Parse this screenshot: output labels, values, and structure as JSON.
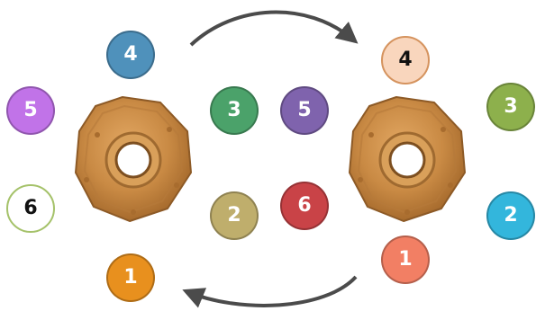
{
  "left_group": {
    "markers": [
      {
        "label": "1",
        "color": "#e8901e"
      },
      {
        "label": "2",
        "color": "#bfae6c"
      },
      {
        "label": "3",
        "color": "#4ba26a"
      },
      {
        "label": "4",
        "color": "#4f91bb"
      },
      {
        "label": "5",
        "color": "#c173e8"
      },
      {
        "label": "6",
        "color": "#ffffff"
      }
    ]
  },
  "right_group": {
    "markers": [
      {
        "label": "1",
        "color": "#f27f64"
      },
      {
        "label": "2",
        "color": "#33b6dc"
      },
      {
        "label": "3",
        "color": "#8db04c"
      },
      {
        "label": "4",
        "color": "#f9d6bd"
      },
      {
        "label": "5",
        "color": "#7f63ad"
      },
      {
        "label": "6",
        "color": "#c94347"
      }
    ]
  },
  "icons": {
    "donut": "hexagonal-bronze-washer",
    "top_arrow": "curved-arrow-right",
    "bottom_arrow": "curved-arrow-left"
  }
}
